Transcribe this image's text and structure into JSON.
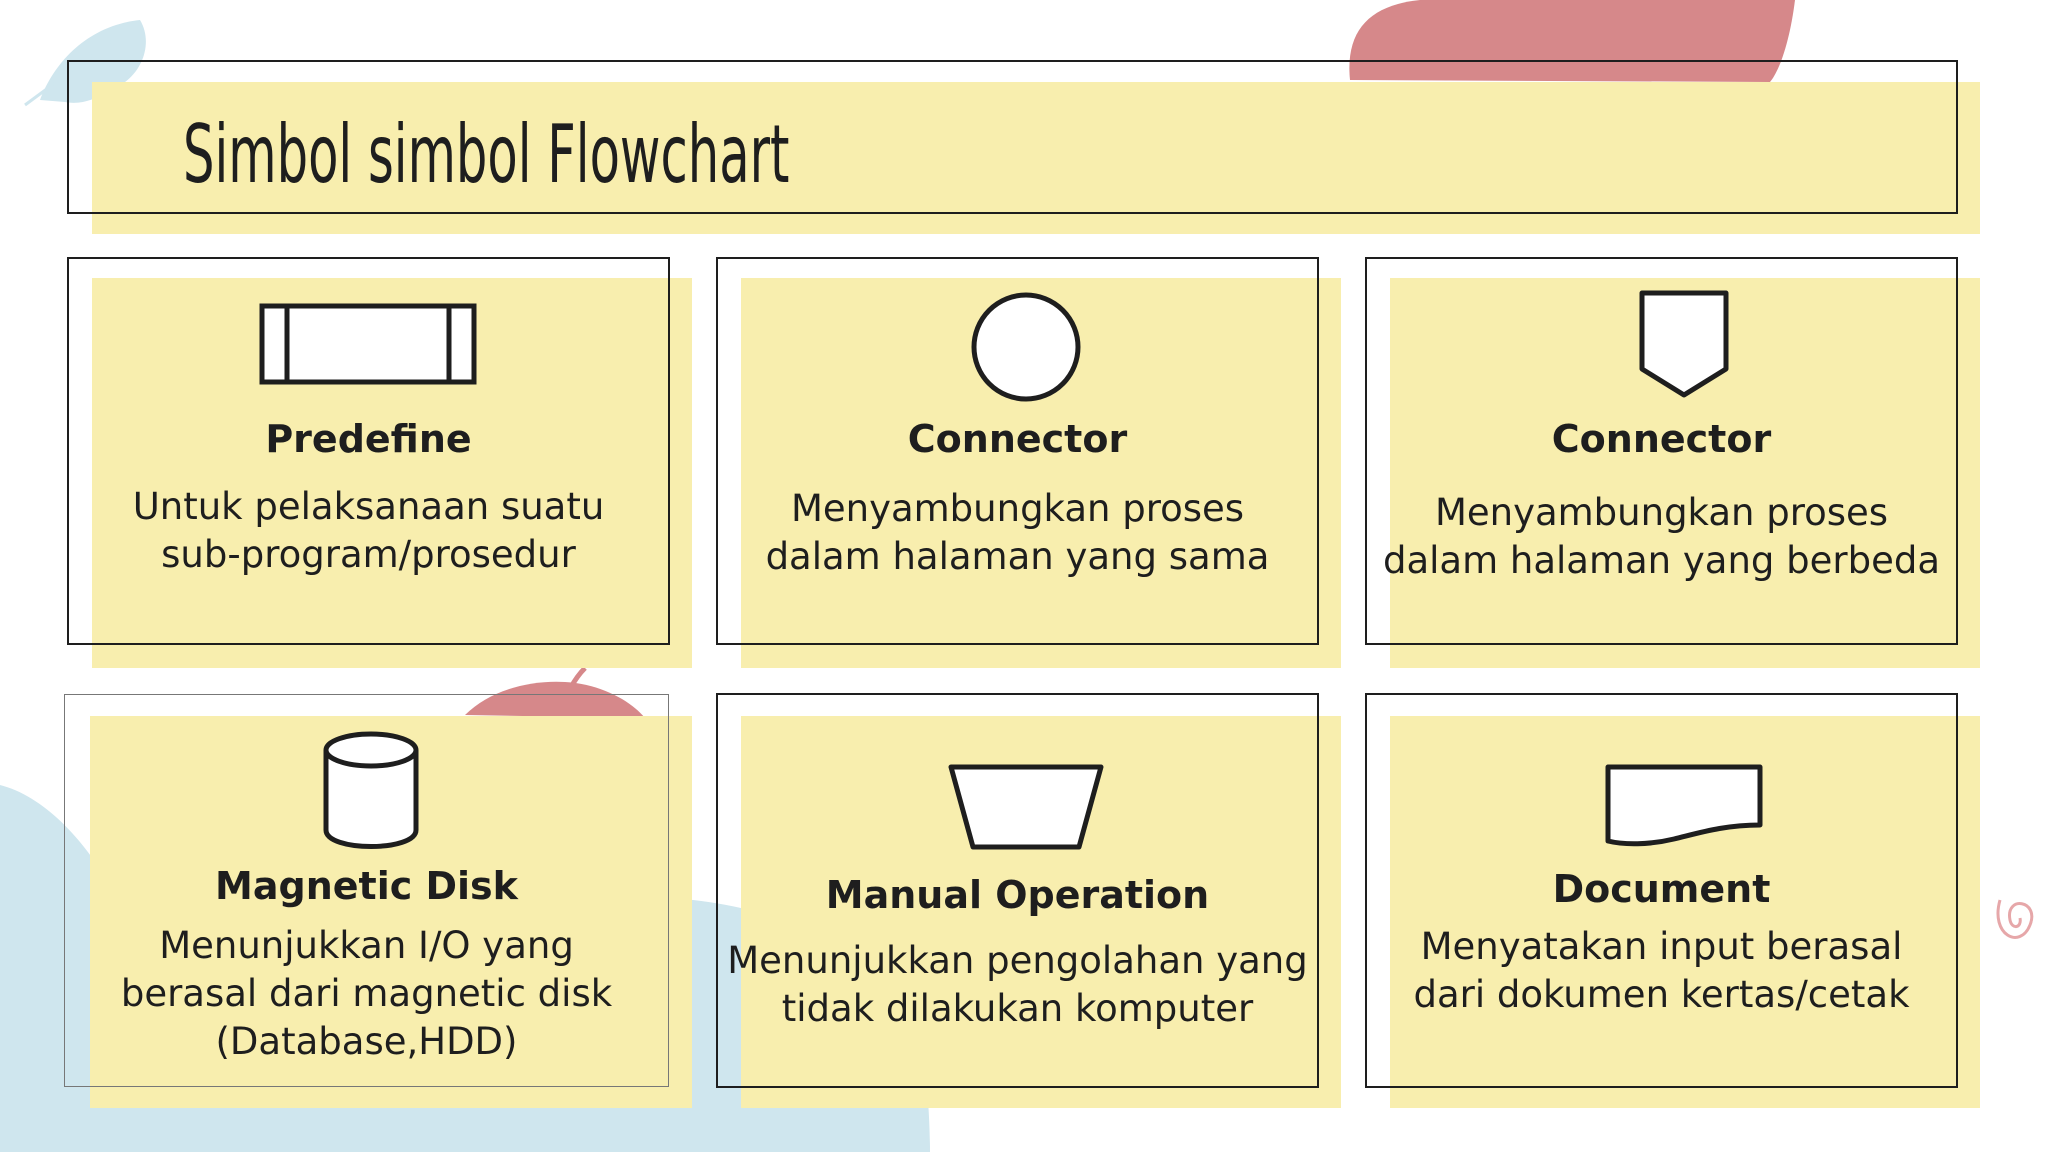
{
  "title": "Simbol simbol Flowchart",
  "colors": {
    "yellow": "#f8eeae",
    "blue": "#cfe6ee",
    "red": "#d6888a",
    "outline": "#1e1e1e"
  },
  "cards": [
    {
      "title": "Predefine",
      "desc1": "Untuk pelaksanaan suatu",
      "desc2": "sub-program/prosedur",
      "desc3": "",
      "icon": "predefined-process-icon"
    },
    {
      "title": "Connector",
      "desc1": "Menyambungkan proses",
      "desc2": "dalam halaman yang sama",
      "desc3": "",
      "icon": "on-page-connector-icon"
    },
    {
      "title": "Connector",
      "desc1": "Menyambungkan proses",
      "desc2": "dalam halaman yang berbeda",
      "desc3": "",
      "icon": "off-page-connector-icon"
    },
    {
      "title": "Magnetic Disk",
      "desc1": "Menunjukkan I/O yang",
      "desc2": "berasal dari magnetic disk",
      "desc3": "(Database,HDD)",
      "icon": "magnetic-disk-icon"
    },
    {
      "title": "Manual Operation",
      "desc1": "Menunjukkan pengolahan yang",
      "desc2": "tidak dilakukan komputer",
      "desc3": "",
      "icon": "manual-operation-icon"
    },
    {
      "title": "Document",
      "desc1": "Menyatakan input berasal",
      "desc2": "dari dokumen kertas/cetak",
      "desc3": "",
      "icon": "document-icon"
    }
  ]
}
